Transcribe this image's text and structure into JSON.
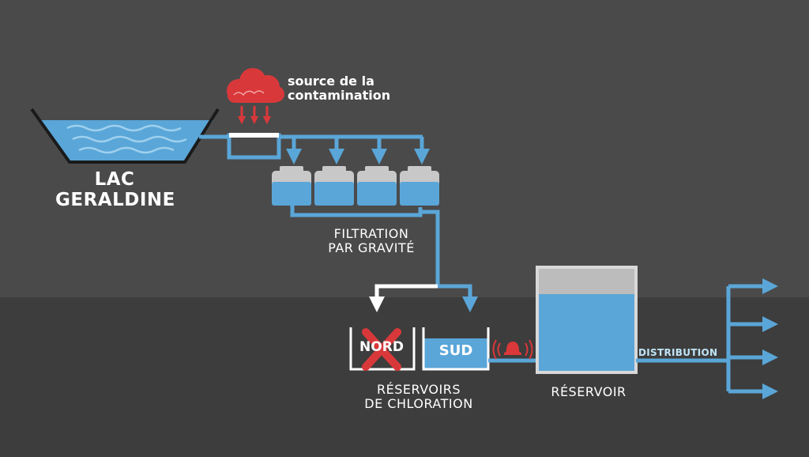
{
  "labels": {
    "lake_line1": "LAC",
    "lake_line2": "GERALDINE",
    "source_line1": "source de la",
    "source_line2": "contamination",
    "filtration_line1": "FILTRATION",
    "filtration_line2": "PAR GRAVITÉ",
    "chlorination_line1": "RÉSERVOIRS",
    "chlorination_line2": "DE CHLORATION",
    "tank_north": "NORD",
    "tank_south": "SUD",
    "reservoir": "RÉSERVOIR",
    "distribution": "DISTRIBUTION"
  },
  "colors": {
    "background_top": "#4a4a4a",
    "background_bottom": "#3d3d3d",
    "water_blue": "#5aa6d8",
    "pipe_blue": "#5aa6d8",
    "outline_white": "#ffffff",
    "contamination_red": "#d9383a",
    "light_gray": "#c8c8c8"
  },
  "icons": {
    "contamination": "cloud-icon",
    "alarm": "alarm-bell-icon",
    "disabled": "x-mark-icon"
  }
}
